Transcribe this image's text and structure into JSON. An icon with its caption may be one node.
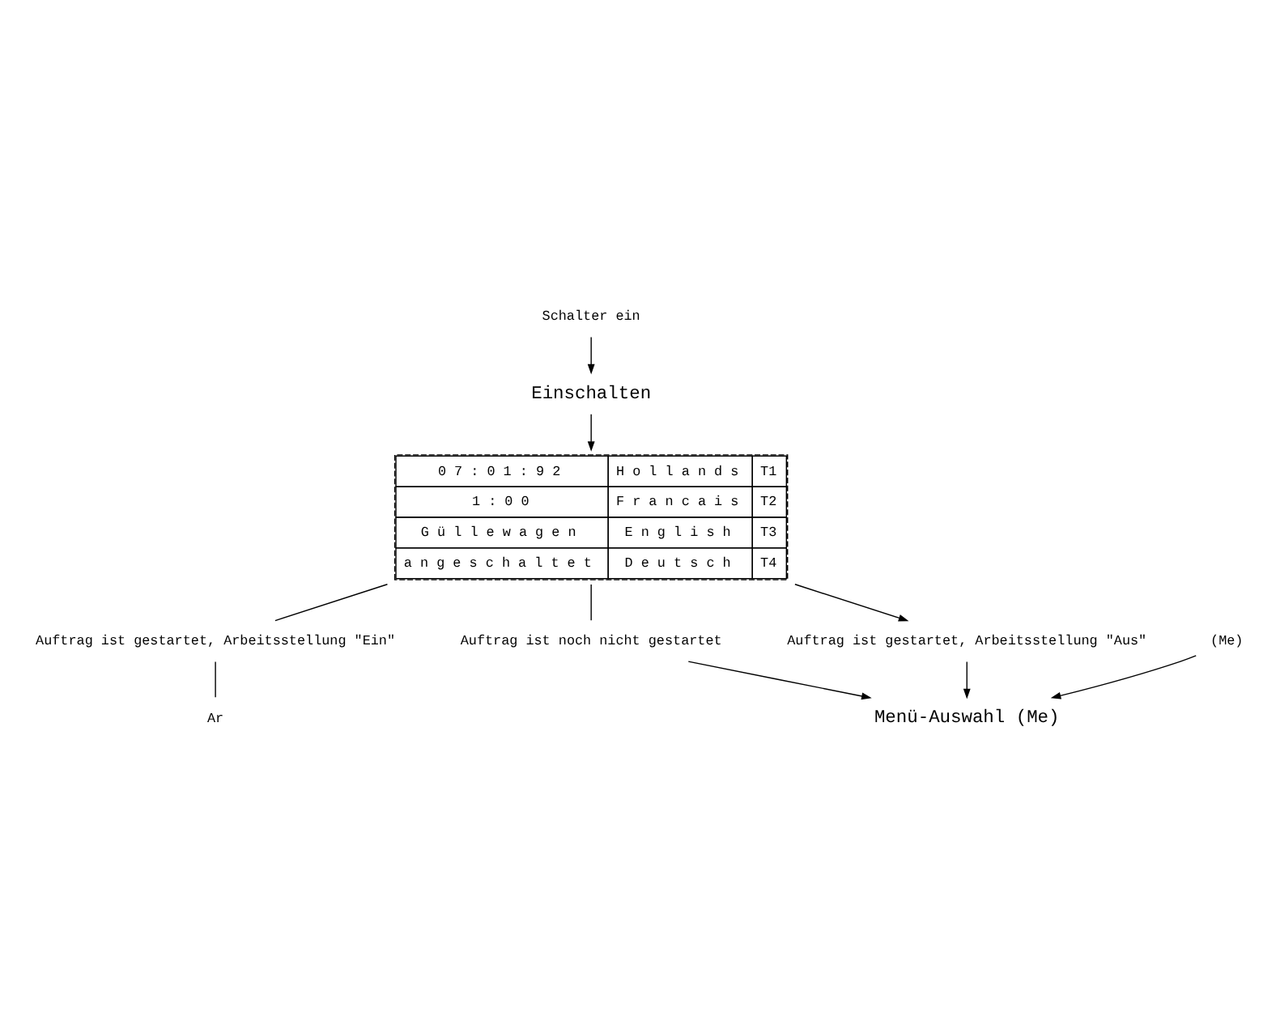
{
  "diagram": {
    "nodes": [
      {
        "text": [
          "Schalter ein"
        ]
      },
      {
        "text": [
          "Einschalten"
        ]
      },
      {
        "text": [
          "0 7 : 0 1 : 9 2",
          "H o l l a n d s",
          "T1",
          "1 : 0 0",
          "F r a n c a i s",
          "T2",
          "G ü l l e w a g e n",
          "E n g l i s h",
          "T3",
          "a n g e s c h a l t e t",
          "D e u t s c h",
          "T4"
        ]
      },
      {
        "text": [
          "Auftrag ist gestartet, Arbeitsstellung \"Ein\""
        ]
      },
      {
        "text": [
          "Ar"
        ]
      },
      {
        "text": [
          "Auftrag ist noch nicht gestartet"
        ]
      },
      {
        "text": [
          "Auftrag ist gestartet, Arbeitsstellung \"Aus\""
        ]
      },
      {
        "text": [
          "(Me)"
        ]
      },
      {
        "text": [
          "Menü-Auswahl (Me)"
        ]
      }
    ],
    "edges": [
      {
        "from": 0,
        "to": 1,
        "arrow": "to"
      },
      {
        "from": 1,
        "to": 2,
        "arrow": "to"
      },
      {
        "from": 2,
        "to": 3,
        "arrow": "none"
      },
      {
        "from": 3,
        "to": 4,
        "arrow": "none"
      },
      {
        "from": 2,
        "to": 5,
        "arrow": "none"
      },
      {
        "from": 2,
        "to": 6,
        "arrow": "to"
      },
      {
        "from": 5,
        "to": 8,
        "arrow": "to"
      },
      {
        "from": 7,
        "to": 8,
        "arrow": "to"
      },
      {
        "from": 6,
        "to": 8,
        "arrow": "to"
      }
    ]
  }
}
